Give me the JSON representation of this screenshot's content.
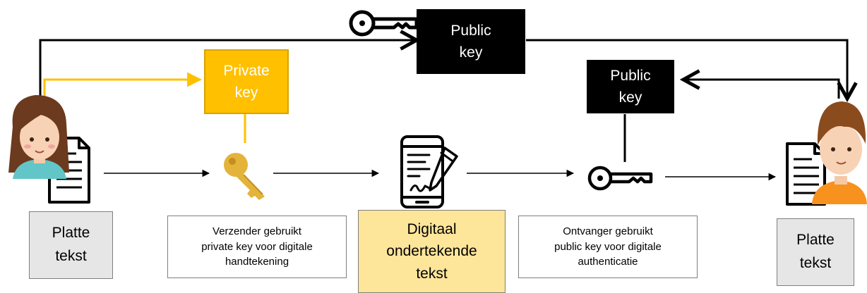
{
  "nodes": {
    "public_key_top": "Public\nkey",
    "public_key_right": "Public\nkey",
    "private_key": "Private\nkey",
    "plain_text_left": "Platte\ntekst",
    "sender_note": "Verzender gebruikt\nprivate key voor digitale\nhandtekening",
    "signed_text": "Digitaal\nondertekende\ntekst",
    "receiver_note": "Ontvanger gebruikt\npublic key voor digitale\nauthenticatie",
    "plain_text_right": "Platte\ntekst"
  },
  "icons": {
    "sender": "woman-avatar",
    "receiver": "man-avatar",
    "doc_left": "document-icon",
    "doc_right": "document-icon",
    "private_key": "gold-key-icon",
    "public_key_small": "key-icon",
    "public_key_top": "key-icon",
    "signed_doc": "signed-document-on-phone-icon"
  },
  "colors": {
    "black_box": "#000000",
    "private_key": "#ffc000",
    "plain_text_box": "#e7e6e6",
    "signed_box": "#fde59a",
    "gold_key": "#e3b33a"
  }
}
